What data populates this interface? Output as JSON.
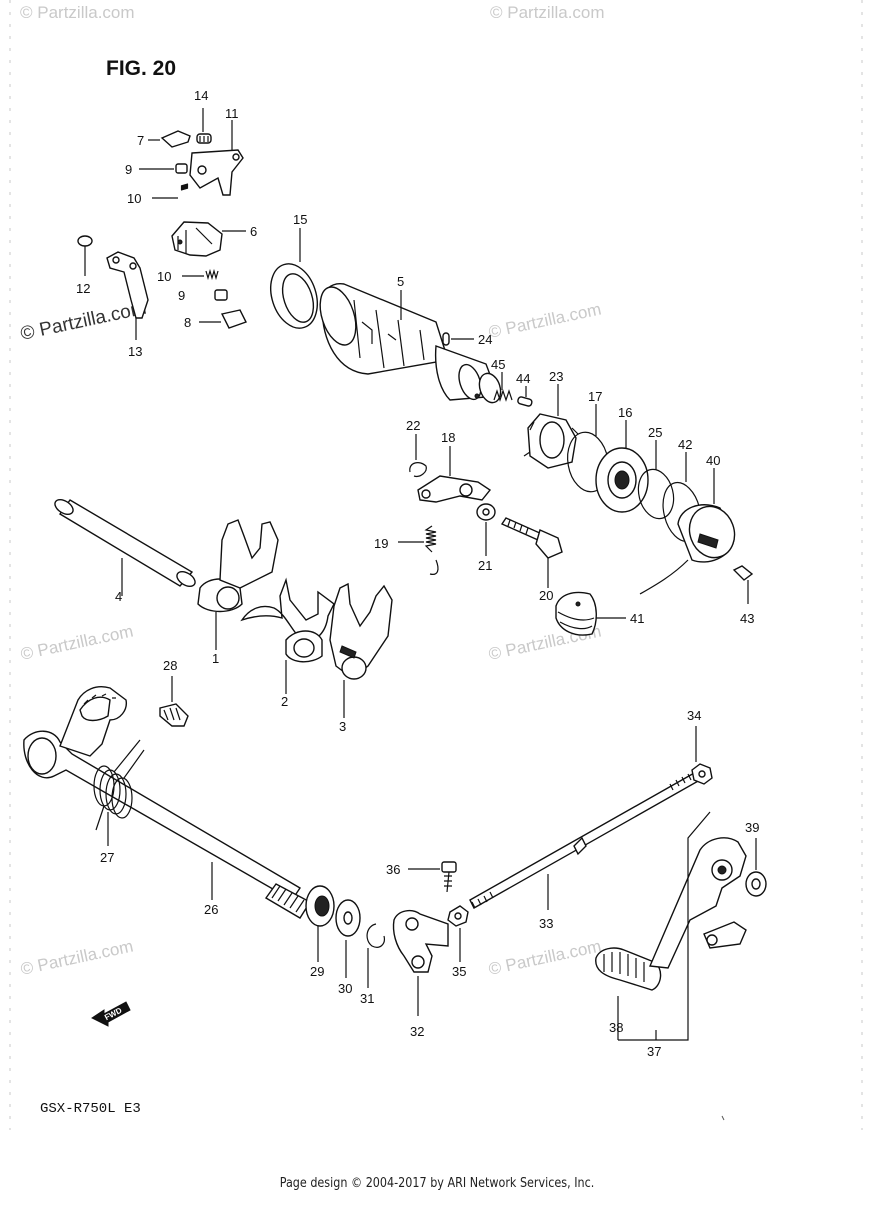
{
  "figure_title": "FIG. 20",
  "model_code": "GSX-R750L  E3",
  "footer": "Page design © 2004-2017 by ARI Network Services, Inc.",
  "watermark": "© Partzilla.com",
  "fwd_marker": "FWD",
  "part_labels": {
    "p1": "1",
    "p2": "2",
    "p3": "3",
    "p4": "4",
    "p5": "5",
    "p6": "6",
    "p7": "7",
    "p8": "8",
    "p9a": "9",
    "p9b": "9",
    "p10a": "10",
    "p10b": "10",
    "p11": "11",
    "p12": "12",
    "p13": "13",
    "p14": "14",
    "p15": "15",
    "p16": "16",
    "p17": "17",
    "p18": "18",
    "p19": "19",
    "p20": "20",
    "p21": "21",
    "p22": "22",
    "p23": "23",
    "p24": "24",
    "p25": "25",
    "p26": "26",
    "p27": "27",
    "p28": "28",
    "p29": "29",
    "p30": "30",
    "p31": "31",
    "p32": "32",
    "p33": "33",
    "p34": "34",
    "p35": "35",
    "p36": "36",
    "p37": "37",
    "p38": "38",
    "p39": "39",
    "p40": "40",
    "p41": "41",
    "p42": "42",
    "p43": "43",
    "p44": "44",
    "p45": "45"
  }
}
